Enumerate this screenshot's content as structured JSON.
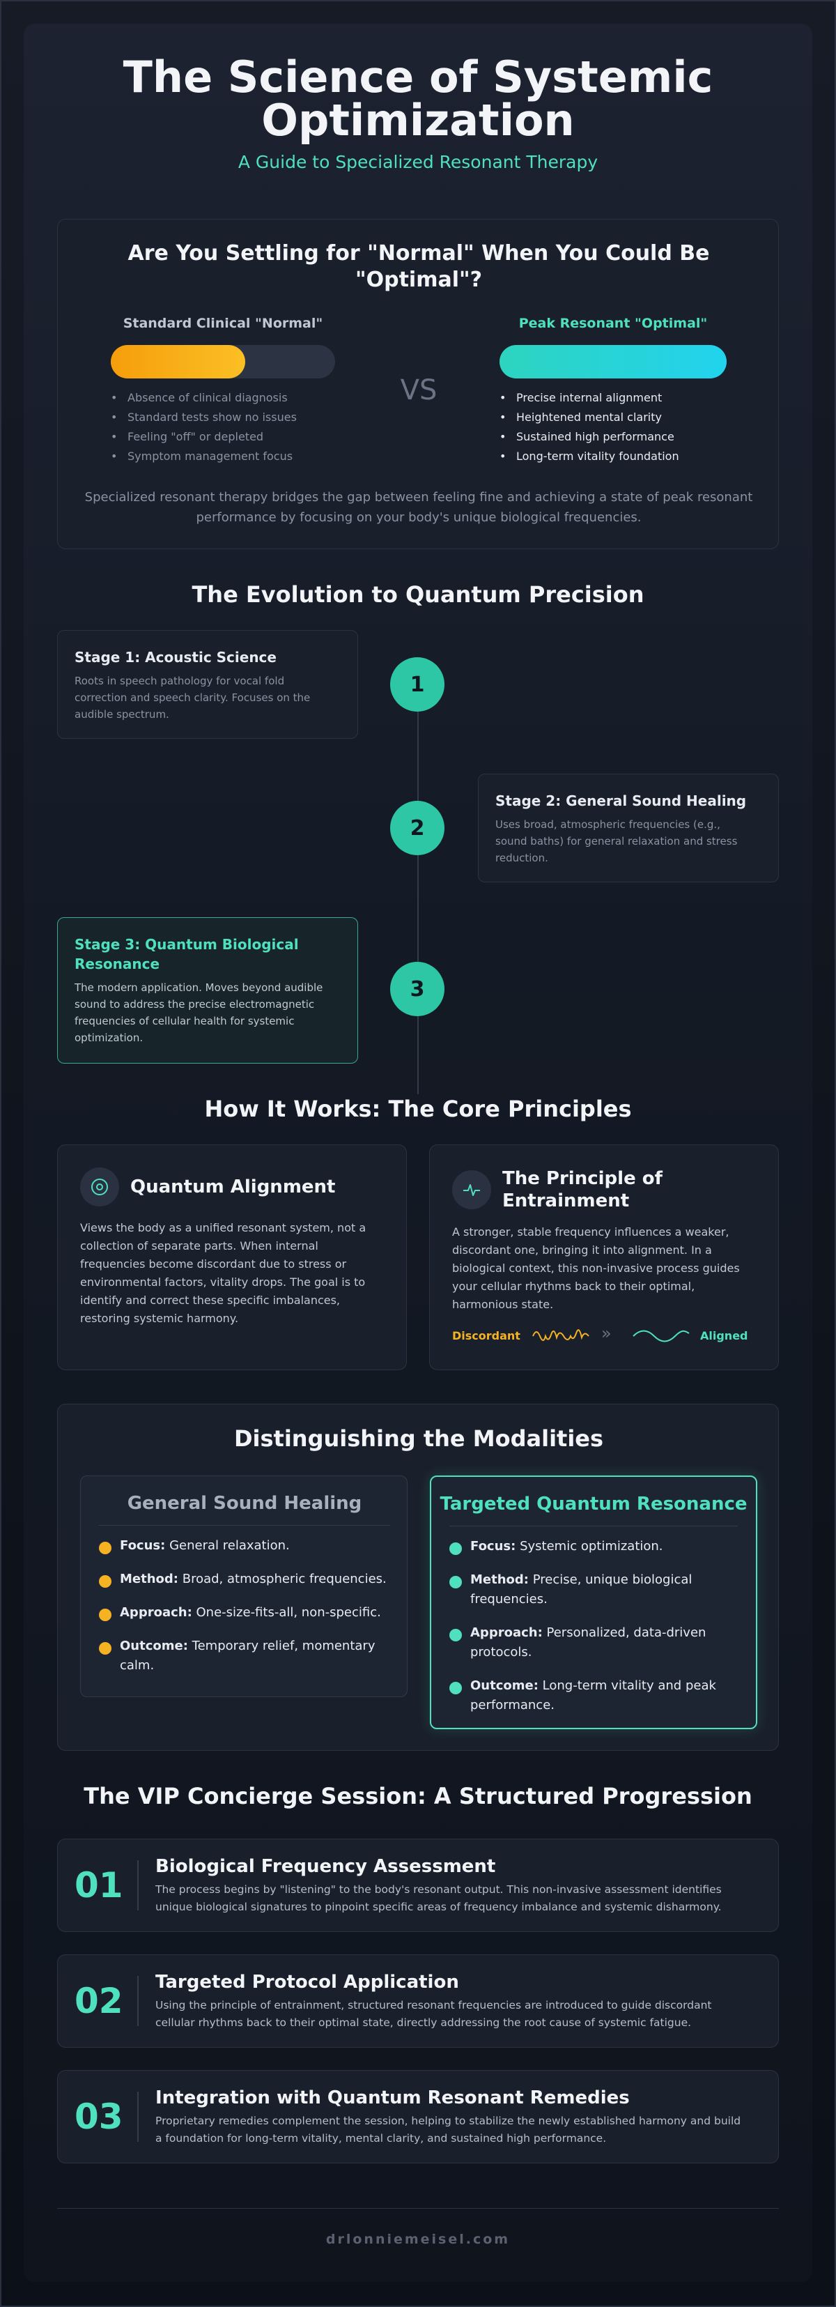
{
  "header": {
    "title_line1": "The Science of Systemic",
    "title_line2": "Optimization",
    "subtitle": "A Guide to Specialized Resonant Therapy"
  },
  "comparison": {
    "heading_line1": "Are You Settling for \"Normal\" When You Could Be",
    "heading_line2": "\"Optimal\"?",
    "vs": "VS",
    "normal": {
      "label": "Standard Clinical \"Normal\"",
      "fill_fraction": 0.6,
      "color": "#f59e0b",
      "items": [
        "Absence of clinical diagnosis",
        "Standard tests show no issues",
        "Feeling \"off\" or depleted",
        "Symptom management focus"
      ]
    },
    "optimal": {
      "label": "Peak Resonant \"Optimal\"",
      "fill_fraction": 1.0,
      "color": "#22d3ee",
      "items": [
        "Precise internal alignment",
        "Heightened mental clarity",
        "Sustained high performance",
        "Long-term vitality foundation"
      ]
    },
    "footer_line1": "Specialized resonant therapy bridges the gap between feeling fine and achieving a state of peak resonant",
    "footer_line2": "performance by focusing on your body's unique biological frequencies."
  },
  "evolution": {
    "title": "The Evolution to Quantum Precision",
    "stages": [
      {
        "number": "1",
        "title": "Stage 1: Acoustic Science",
        "desc_lines": [
          "Roots in speech pathology for vocal fold",
          "correction and speech clarity. Focuses on the",
          "audible spectrum."
        ]
      },
      {
        "number": "2",
        "title": "Stage 2: General Sound Healing",
        "desc_lines": [
          "Uses broad, atmospheric frequencies (e.g.,",
          "sound baths) for general relaxation and stress",
          "reduction."
        ]
      },
      {
        "number": "3",
        "title_lines": [
          "Stage 3: Quantum Biological",
          "Resonance"
        ],
        "desc_lines": [
          "The modern application. Moves beyond audible",
          "sound to address the precise electromagnetic",
          "frequencies of cellular health for systemic",
          "optimization."
        ]
      }
    ]
  },
  "principles": {
    "title": "How It Works: The Core Principles",
    "alignment": {
      "title": "Quantum Alignment",
      "icon": "target-icon",
      "text_lines": [
        "Views the body as a unified resonant system, not a",
        "collection of separate parts. When internal",
        "frequencies become discordant due to stress or",
        "environmental factors, vitality drops. The goal is to",
        "identify and correct these specific imbalances,",
        "restoring systemic harmony."
      ]
    },
    "entrainment": {
      "title_line1": "The Principle of",
      "title_line2": "Entrainment",
      "icon": "pulse-icon",
      "text_lines": [
        "A stronger, stable frequency influences a weaker,",
        "discordant one, bringing it into alignment. In a",
        "biological context, this non-invasive process guides",
        "your cellular rhythms back to their optimal,",
        "harmonious state."
      ],
      "discordant_label": "Discordant",
      "aligned_label": "Aligned",
      "arrow": "»"
    }
  },
  "modalities": {
    "title": "Distinguishing the Modalities",
    "general": {
      "title": "General Sound Healing",
      "dot_color": "#f5b324",
      "items": [
        {
          "key": "Focus:",
          "lines": [
            "General relaxation."
          ]
        },
        {
          "key": "Method:",
          "lines": [
            "Broad, atmospheric frequencies."
          ]
        },
        {
          "key": "Approach:",
          "lines": [
            "One-size-fits-all, non-specific."
          ]
        },
        {
          "key": "Outcome:",
          "lines": [
            "Temporary relief, momentary",
            "calm."
          ]
        }
      ]
    },
    "targeted": {
      "title": "Targeted Quantum Resonance",
      "dot_color": "#4fe0bf",
      "items": [
        {
          "key": "Focus:",
          "lines": [
            "Systemic optimization."
          ]
        },
        {
          "key": "Method:",
          "lines": [
            "Precise, unique biological",
            "frequencies."
          ]
        },
        {
          "key": "Approach:",
          "lines": [
            "Personalized, data-driven",
            "protocols."
          ]
        },
        {
          "key": "Outcome:",
          "lines": [
            "Long-term vitality and peak",
            "performance."
          ]
        }
      ]
    }
  },
  "session": {
    "title": "The VIP Concierge Session: A Structured Progression",
    "steps": [
      {
        "num": "01",
        "title": "Biological Frequency Assessment",
        "lines": [
          "The process begins by \"listening\" to the body's resonant output. This non-invasive assessment identifies",
          "unique biological signatures to pinpoint specific areas of frequency imbalance and systemic disharmony."
        ]
      },
      {
        "num": "02",
        "title": "Targeted Protocol Application",
        "lines": [
          "Using the principle of entrainment, structured resonant frequencies are introduced to guide discordant",
          "cellular rhythms back to their optimal state, directly addressing the root cause of systemic fatigue."
        ]
      },
      {
        "num": "03",
        "title": "Integration with Quantum Resonant Remedies",
        "lines": [
          "Proprietary remedies complement the session, helping to stabilize the newly established harmony and build",
          "a foundation for long-term vitality, mental clarity, and sustained high performance."
        ]
      }
    ]
  },
  "footer": {
    "site": "drlonniemeisel.com"
  }
}
